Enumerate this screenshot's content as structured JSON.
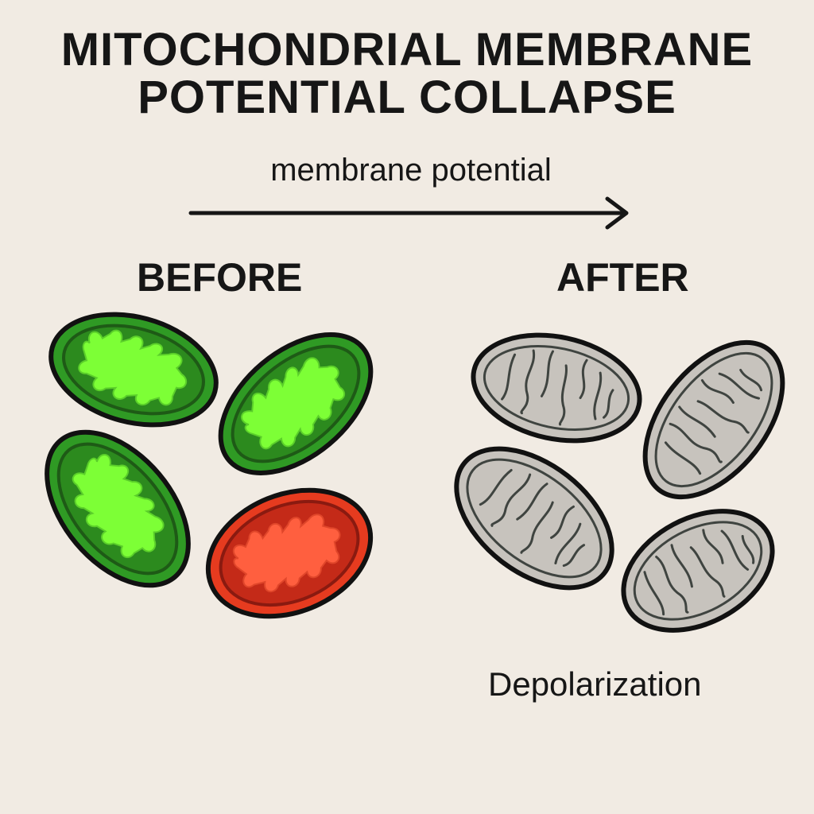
{
  "title_lines": [
    "MITOCHONDRIAL MEMBRANE",
    "POTENTIAL COLLAPSE"
  ],
  "arrow_label": "membrane potential",
  "panels": {
    "before": {
      "label": "BEFORE",
      "mitochondria": [
        {
          "state": "polarized",
          "color": "green"
        },
        {
          "state": "polarized",
          "color": "green"
        },
        {
          "state": "polarized",
          "color": "green"
        },
        {
          "state": "depolarizing",
          "color": "red"
        }
      ]
    },
    "after": {
      "label": "AFTER",
      "caption": "Depolarization",
      "mitochondria": [
        {
          "state": "depolarized",
          "color": "gray"
        },
        {
          "state": "depolarized",
          "color": "gray"
        },
        {
          "state": "depolarized",
          "color": "gray"
        },
        {
          "state": "depolarized",
          "color": "gray"
        }
      ]
    }
  },
  "colors": {
    "background": "#f1ebe3",
    "green_outer": "#2f9a24",
    "green_rim": "#62c43a",
    "green_inner": "#2c8a1e",
    "green_cristae": "#7dff36",
    "red_outer": "#e63b1f",
    "red_rim": "#ff5a3a",
    "red_inner": "#c42a18",
    "red_cristae": "#ff5f3f",
    "gray_fill": "#c7c3bd",
    "gray_line": "#3f4440",
    "outline": "#111111"
  }
}
